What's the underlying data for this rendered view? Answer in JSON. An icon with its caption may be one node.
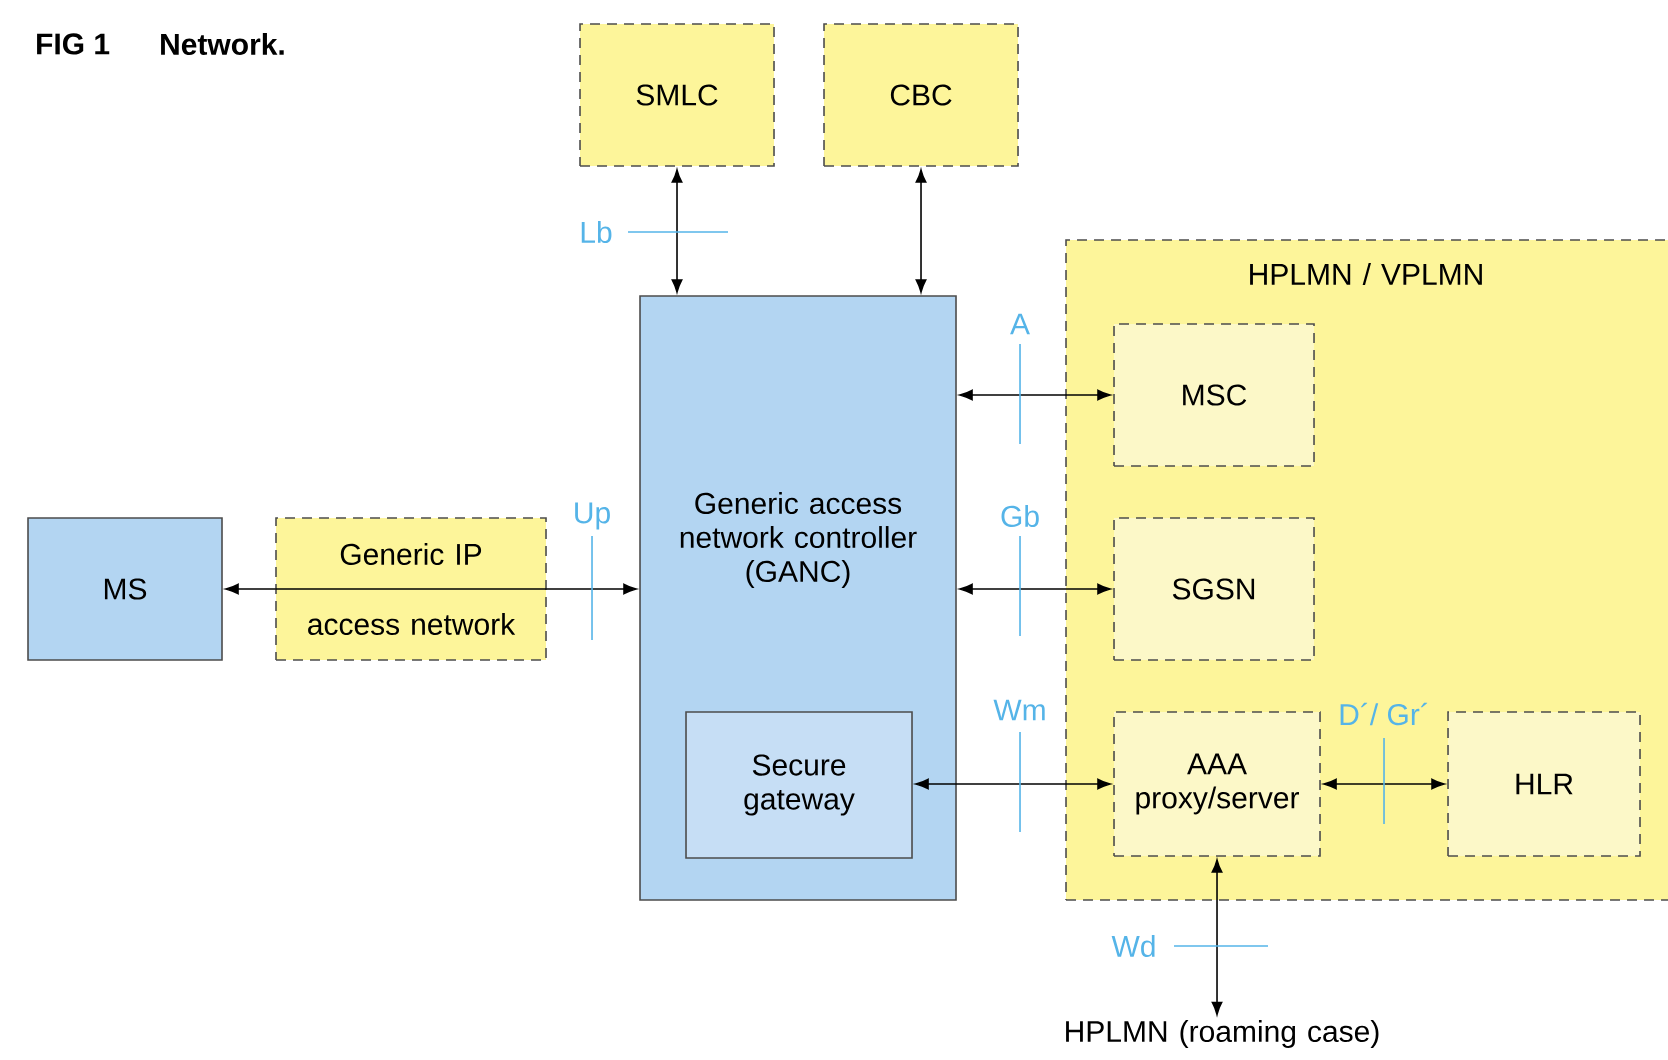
{
  "diagram": {
    "title": "Network.",
    "nodes": [
      {
        "text": [
          "SMLC"
        ]
      },
      {
        "text": [
          "CBC"
        ]
      },
      {
        "text": [
          "Generic access network controller (GANC)"
        ]
      },
      {
        "text": [
          "Secure gateway"
        ],
        "in": 2
      },
      {
        "text": [
          "MS"
        ]
      },
      {
        "text": [
          "Generic IP",
          "access network"
        ]
      },
      {
        "text": [
          "HPLMN / VPLMN"
        ]
      },
      {
        "text": [
          "MSC"
        ],
        "in": 6
      },
      {
        "text": [
          "SGSN"
        ],
        "in": 6
      },
      {
        "text": [
          "AAA proxy/server"
        ],
        "in": 6
      },
      {
        "text": [
          "HLR"
        ],
        "in": 6
      },
      {
        "text": [
          "HPLMN (roaming case)"
        ]
      }
    ],
    "edges": [
      {
        "from": 0,
        "to": 2,
        "arrow": "both",
        "label": "Lb"
      },
      {
        "from": 1,
        "to": 2,
        "arrow": "both"
      },
      {
        "from": 5,
        "to": 4,
        "arrow": "to"
      },
      {
        "from": 5,
        "to": 2,
        "arrow": "to",
        "label": "Up"
      },
      {
        "from": 2,
        "to": 7,
        "arrow": "both",
        "label": "A"
      },
      {
        "from": 2,
        "to": 8,
        "arrow": "both",
        "label": "Gb"
      },
      {
        "from": 3,
        "to": 9,
        "arrow": "both",
        "label": "Wm"
      },
      {
        "from": 9,
        "to": 10,
        "arrow": "both",
        "label": "D´/ Gr´"
      },
      {
        "from": 9,
        "to": 11,
        "arrow": "both",
        "label": "Wd"
      }
    ],
    "labels": [
      "FIG 1"
    ]
  }
}
